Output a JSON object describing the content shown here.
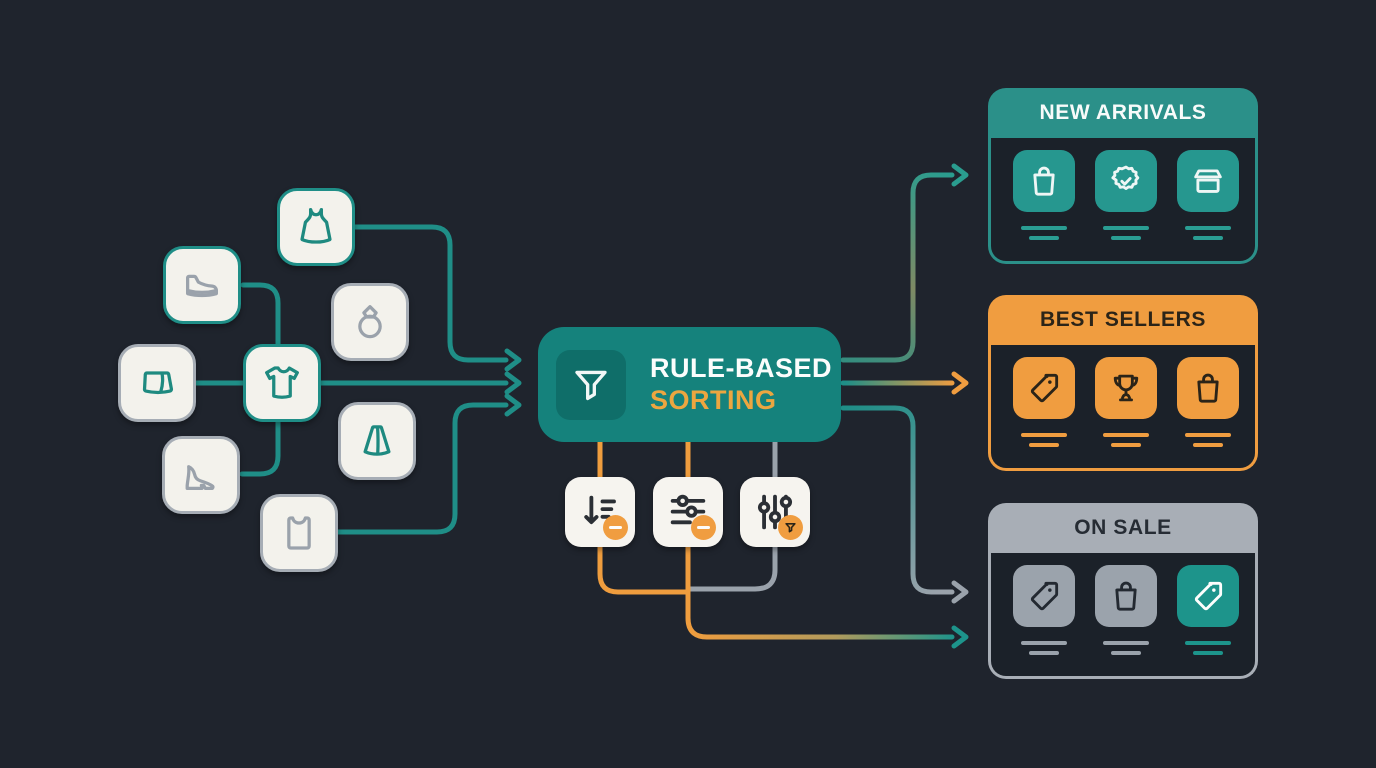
{
  "center_box": {
    "line1": "RULE-BASED",
    "line2": "SORTING",
    "icon": "funnel-icon"
  },
  "source_tiles": [
    {
      "icon": "dress-icon",
      "border": "teal",
      "glyph_color": "teal"
    },
    {
      "icon": "sneaker-icon",
      "border": "teal",
      "glyph_color": "gray"
    },
    {
      "icon": "ring-icon",
      "border": "gray",
      "glyph_color": "gray"
    },
    {
      "icon": "shorts-icon",
      "border": "gray",
      "glyph_color": "teal"
    },
    {
      "icon": "tshirt-icon",
      "border": "teal",
      "glyph_color": "teal"
    },
    {
      "icon": "high-heel-icon",
      "border": "gray",
      "glyph_color": "gray"
    },
    {
      "icon": "skirt-icon",
      "border": "gray",
      "glyph_color": "teal"
    },
    {
      "icon": "tank-top-icon",
      "border": "gray",
      "glyph_color": "gray"
    }
  ],
  "processors": [
    {
      "icon": "sort-descending-icon",
      "badge": "minus-badge"
    },
    {
      "icon": "sliders-horizontal-icon",
      "badge": "minus-badge"
    },
    {
      "icon": "sliders-vertical-icon",
      "badge": "filter-badge"
    }
  ],
  "cards": [
    {
      "title": "NEW ARRIVALS",
      "theme": "teal",
      "icons": [
        "shopping-bag-icon",
        "verified-seal-icon",
        "open-box-icon"
      ]
    },
    {
      "title": "BEST SELLERS",
      "theme": "orange",
      "icons": [
        "price-tag-icon",
        "trophy-icon",
        "shopping-bag-icon"
      ]
    },
    {
      "title": "ON SALE",
      "theme": "gray",
      "icons": [
        "price-tag-icon",
        "shopping-bag-icon",
        "price-tag-icon"
      ],
      "highlighted_icon_index": 2
    }
  ],
  "colors": {
    "background": "#1f242d",
    "teal": "#1f8e87",
    "teal_box": "#15827c",
    "teal_box_inner": "#0f6e69",
    "orange": "#f09d40",
    "gray": "#9aa2ab",
    "tile_bg": "#f3f2ec",
    "card_body_bg": "#1b2129",
    "text_light": "#fbfdfc",
    "text_dark": "#2b2418"
  }
}
